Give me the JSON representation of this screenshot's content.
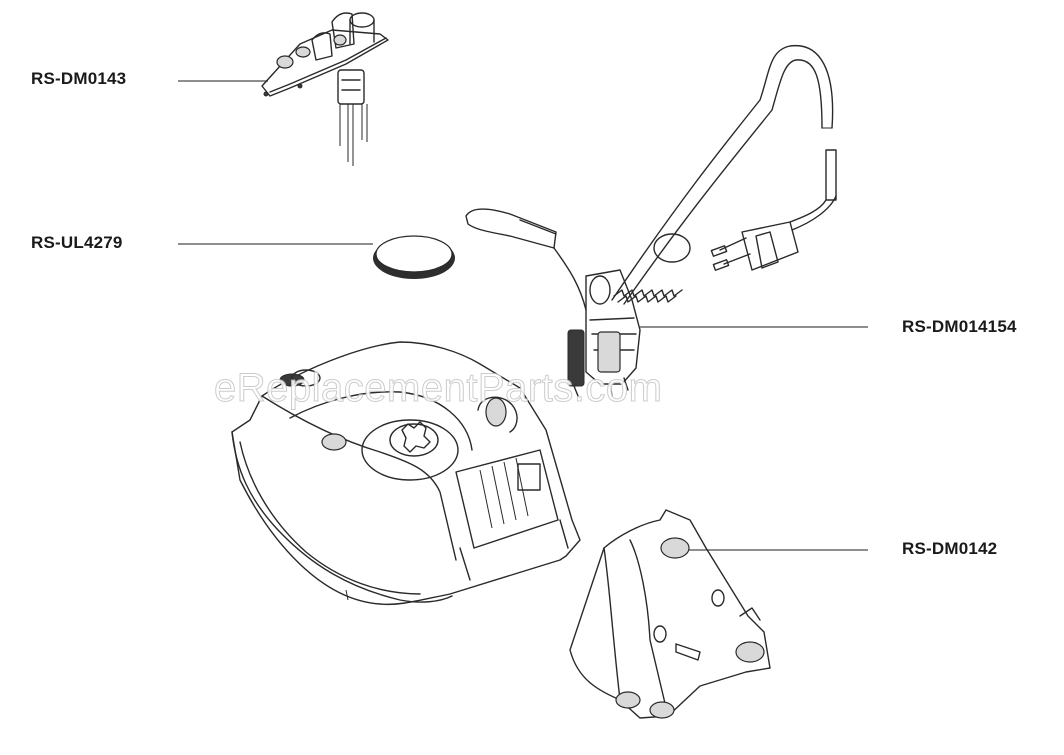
{
  "diagram": {
    "parts": [
      {
        "id": "valve",
        "label": "RS-DM0143"
      },
      {
        "id": "filter",
        "label": "RS-UL4279"
      },
      {
        "id": "cord",
        "label": "RS-DM014154"
      },
      {
        "id": "cover",
        "label": "RS-DM0142"
      }
    ],
    "watermark": "eReplacementParts.com"
  }
}
